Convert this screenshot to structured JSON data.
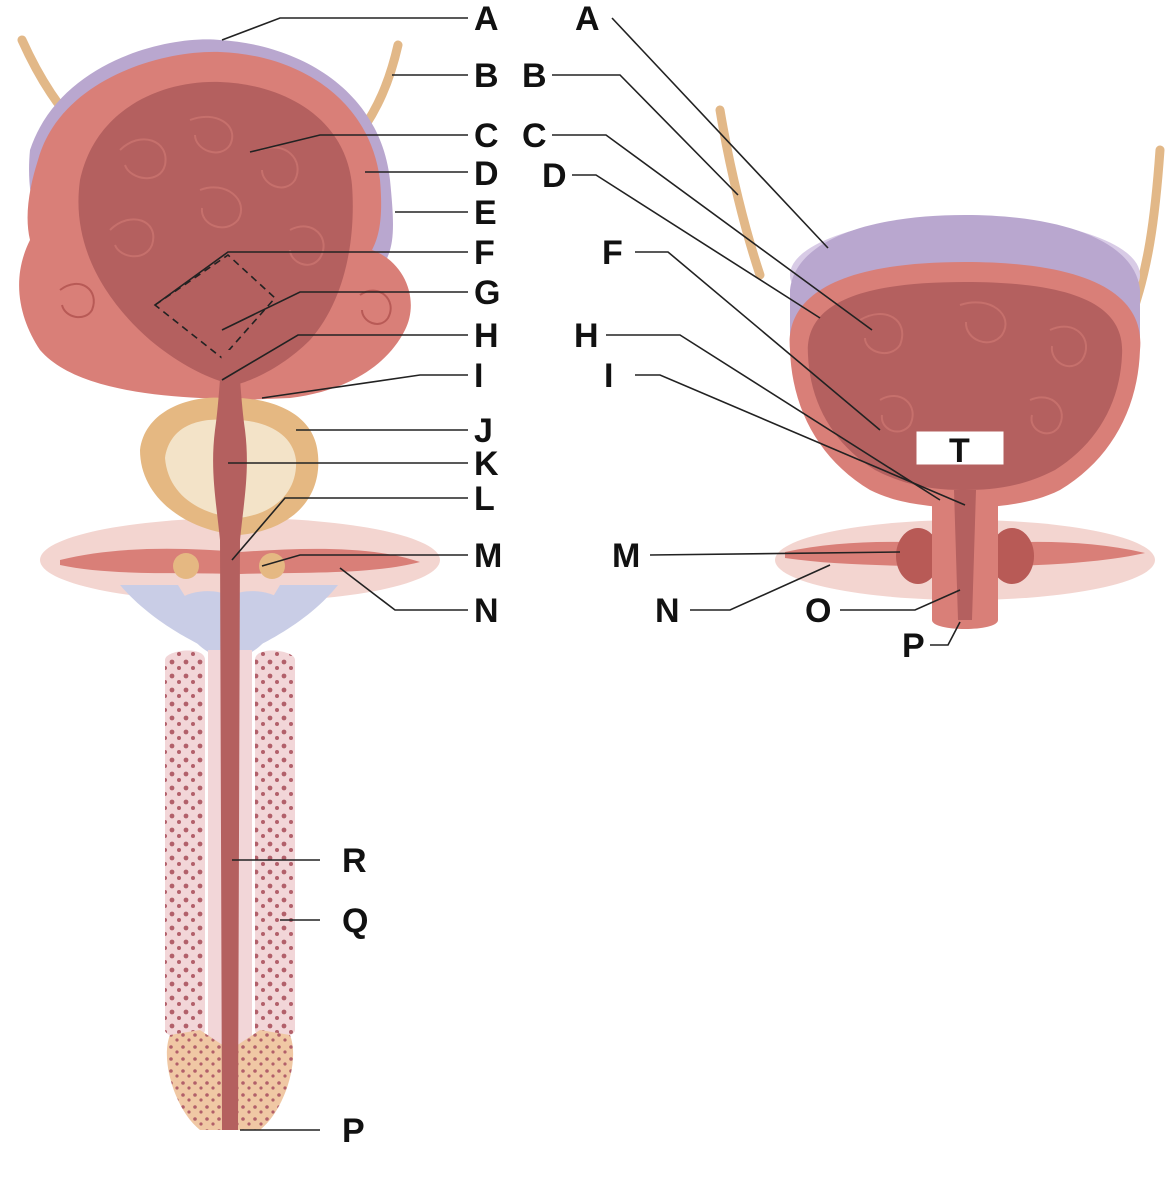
{
  "colors": {
    "muscle": "#d97f78",
    "muscle_dark": "#b85a56",
    "lumen": "#b4605f",
    "lumen_light": "#c6706c",
    "serosa": "#b9a7cf",
    "serosa_light": "#d8cbe6",
    "ureter": "#e2b888",
    "prostate": "#e5b882",
    "prostate_inner": "#f3e3c8",
    "erectile": "#f2d6d8",
    "erectile_dots": "#b2606a",
    "glans": "#f0c8a4",
    "bulb": "#c9cde6",
    "floor": "#f3d5d0"
  },
  "male": {
    "labels": [
      {
        "id": "A",
        "text": "A"
      },
      {
        "id": "B",
        "text": "B"
      },
      {
        "id": "C",
        "text": "C"
      },
      {
        "id": "D",
        "text": "D"
      },
      {
        "id": "E",
        "text": "E"
      },
      {
        "id": "F",
        "text": "F"
      },
      {
        "id": "G",
        "text": "G"
      },
      {
        "id": "H",
        "text": "H"
      },
      {
        "id": "I",
        "text": "I"
      },
      {
        "id": "J",
        "text": "J"
      },
      {
        "id": "K",
        "text": "K"
      },
      {
        "id": "L",
        "text": "L"
      },
      {
        "id": "M",
        "text": "M"
      },
      {
        "id": "N",
        "text": "N"
      },
      {
        "id": "R",
        "text": "R"
      },
      {
        "id": "Q",
        "text": "Q"
      },
      {
        "id": "P",
        "text": "P"
      }
    ]
  },
  "female": {
    "labels": [
      {
        "id": "A",
        "text": "A"
      },
      {
        "id": "B",
        "text": "B"
      },
      {
        "id": "C",
        "text": "C"
      },
      {
        "id": "D",
        "text": "D"
      },
      {
        "id": "F",
        "text": "F"
      },
      {
        "id": "H",
        "text": "H"
      },
      {
        "id": "I",
        "text": "I"
      },
      {
        "id": "M",
        "text": "M"
      },
      {
        "id": "N",
        "text": "N"
      },
      {
        "id": "O",
        "text": "O"
      },
      {
        "id": "P",
        "text": "P"
      },
      {
        "id": "T",
        "text": "T"
      }
    ]
  }
}
